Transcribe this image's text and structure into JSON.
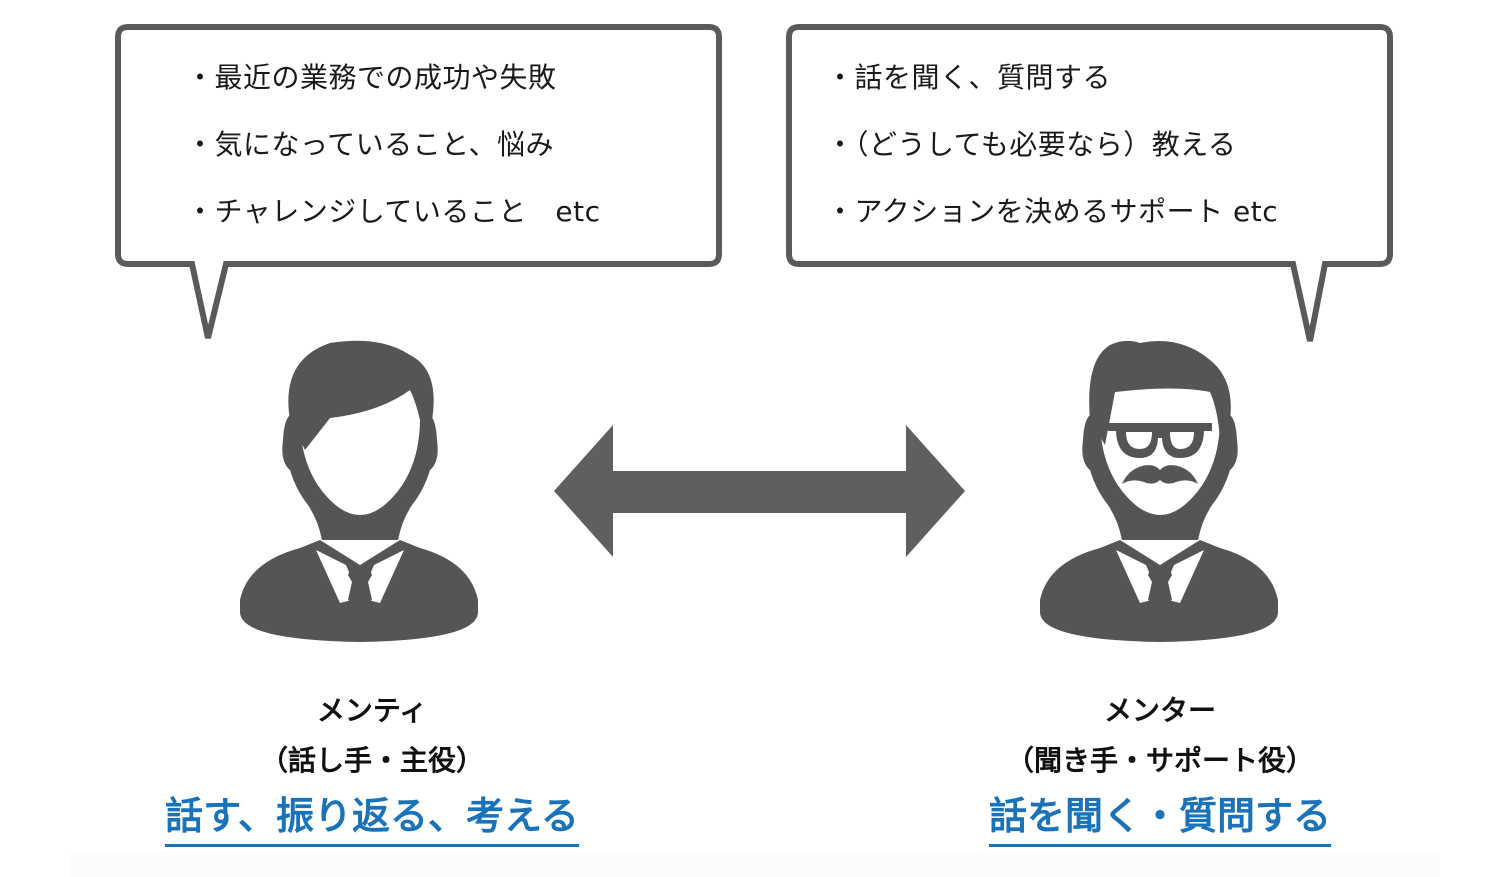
{
  "colors": {
    "figure_gray": "#5a5a5a",
    "bubble_border": "#5a5a5a",
    "action_blue": "#1a73b8",
    "text_dark": "#1a1a1a"
  },
  "mentee": {
    "bubble_items": [
      "・最近の業務での成功や失敗",
      "・気になっていること、悩み",
      "・チャレンジしていること　etc"
    ],
    "icon": "businessman-avatar-icon",
    "role_name": "メンティ",
    "role_sub": "（話し手・主役）",
    "action": "話す、振り返る、考える"
  },
  "mentor": {
    "bubble_items": [
      "・話を聞く、質問する",
      "・（どうしても必要なら）教える",
      "・アクションを決めるサポート etc"
    ],
    "icon": "mustache-glasses-avatar-icon",
    "role_name": "メンター",
    "role_sub": "（聞き手・サポート役）",
    "action": "話を聞く・質問する"
  },
  "connector": {
    "icon": "double-headed-arrow-icon"
  }
}
